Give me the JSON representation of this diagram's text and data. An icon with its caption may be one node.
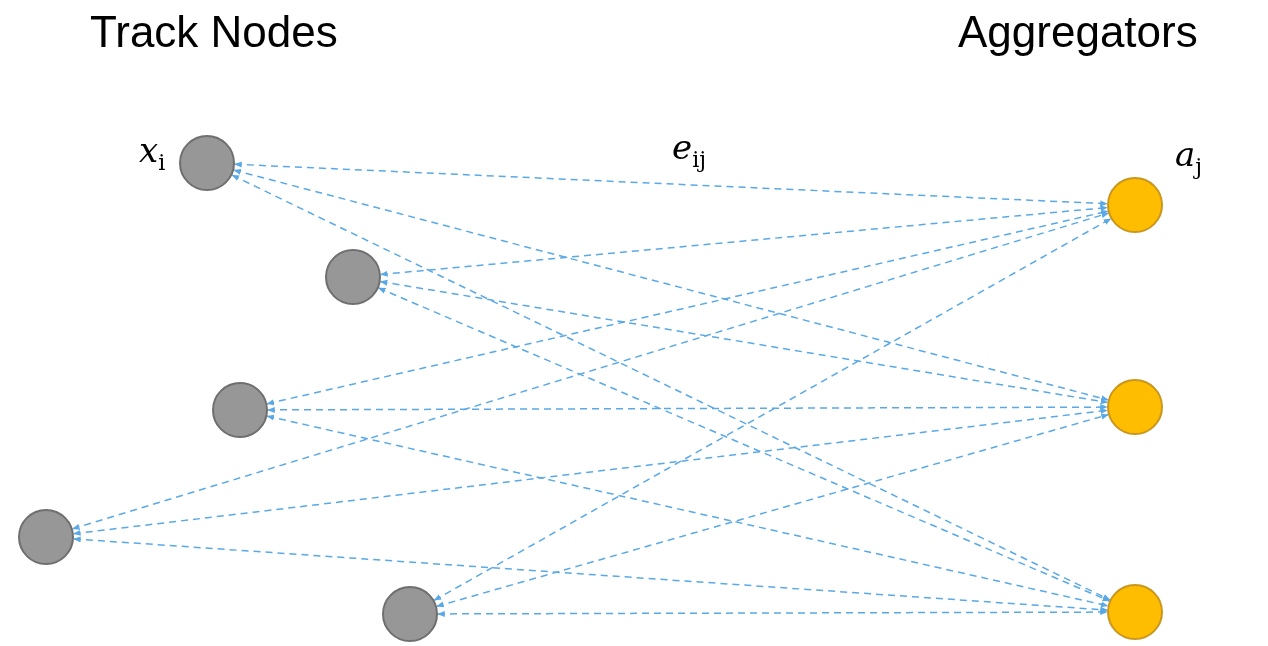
{
  "diagram": {
    "nodes": [
      {
        "text": [],
        "shape": "circle",
        "beside": [
          "*x*$_{i}$"
        ]
      },
      {
        "text": [],
        "shape": "circle"
      },
      {
        "text": [],
        "shape": "circle"
      },
      {
        "text": [],
        "shape": "circle"
      },
      {
        "text": [],
        "shape": "circle"
      },
      {
        "text": [],
        "shape": "circle",
        "beside": [
          "*a*$_{j}$"
        ]
      },
      {
        "text": [],
        "shape": "circle"
      },
      {
        "text": [],
        "shape": "circle"
      }
    ],
    "edges": [
      {
        "from": 0,
        "to": 5,
        "arrow": "both",
        "style": "dashed"
      },
      {
        "from": 0,
        "to": 6,
        "arrow": "both",
        "style": "dashed"
      },
      {
        "from": 0,
        "to": 7,
        "arrow": "both",
        "style": "dashed"
      },
      {
        "from": 1,
        "to": 5,
        "arrow": "both",
        "style": "dashed"
      },
      {
        "from": 1,
        "to": 6,
        "arrow": "both",
        "style": "dashed"
      },
      {
        "from": 1,
        "to": 7,
        "arrow": "both",
        "style": "dashed"
      },
      {
        "from": 2,
        "to": 5,
        "arrow": "both",
        "style": "dashed"
      },
      {
        "from": 2,
        "to": 6,
        "arrow": "both",
        "style": "dashed"
      },
      {
        "from": 2,
        "to": 7,
        "arrow": "both",
        "style": "dashed"
      },
      {
        "from": 3,
        "to": 5,
        "arrow": "both",
        "style": "dashed"
      },
      {
        "from": 3,
        "to": 6,
        "arrow": "both",
        "style": "dashed"
      },
      {
        "from": 3,
        "to": 7,
        "arrow": "both",
        "style": "dashed"
      },
      {
        "from": 4,
        "to": 5,
        "arrow": "both",
        "style": "dashed"
      },
      {
        "from": 4,
        "to": 6,
        "arrow": "both",
        "style": "dashed"
      },
      {
        "from": 4,
        "to": 7,
        "arrow": "both",
        "style": "dashed"
      }
    ],
    "labels": [
      "Track Nodes",
      "Aggregators",
      "*e*$_{ij}$"
    ]
  }
}
